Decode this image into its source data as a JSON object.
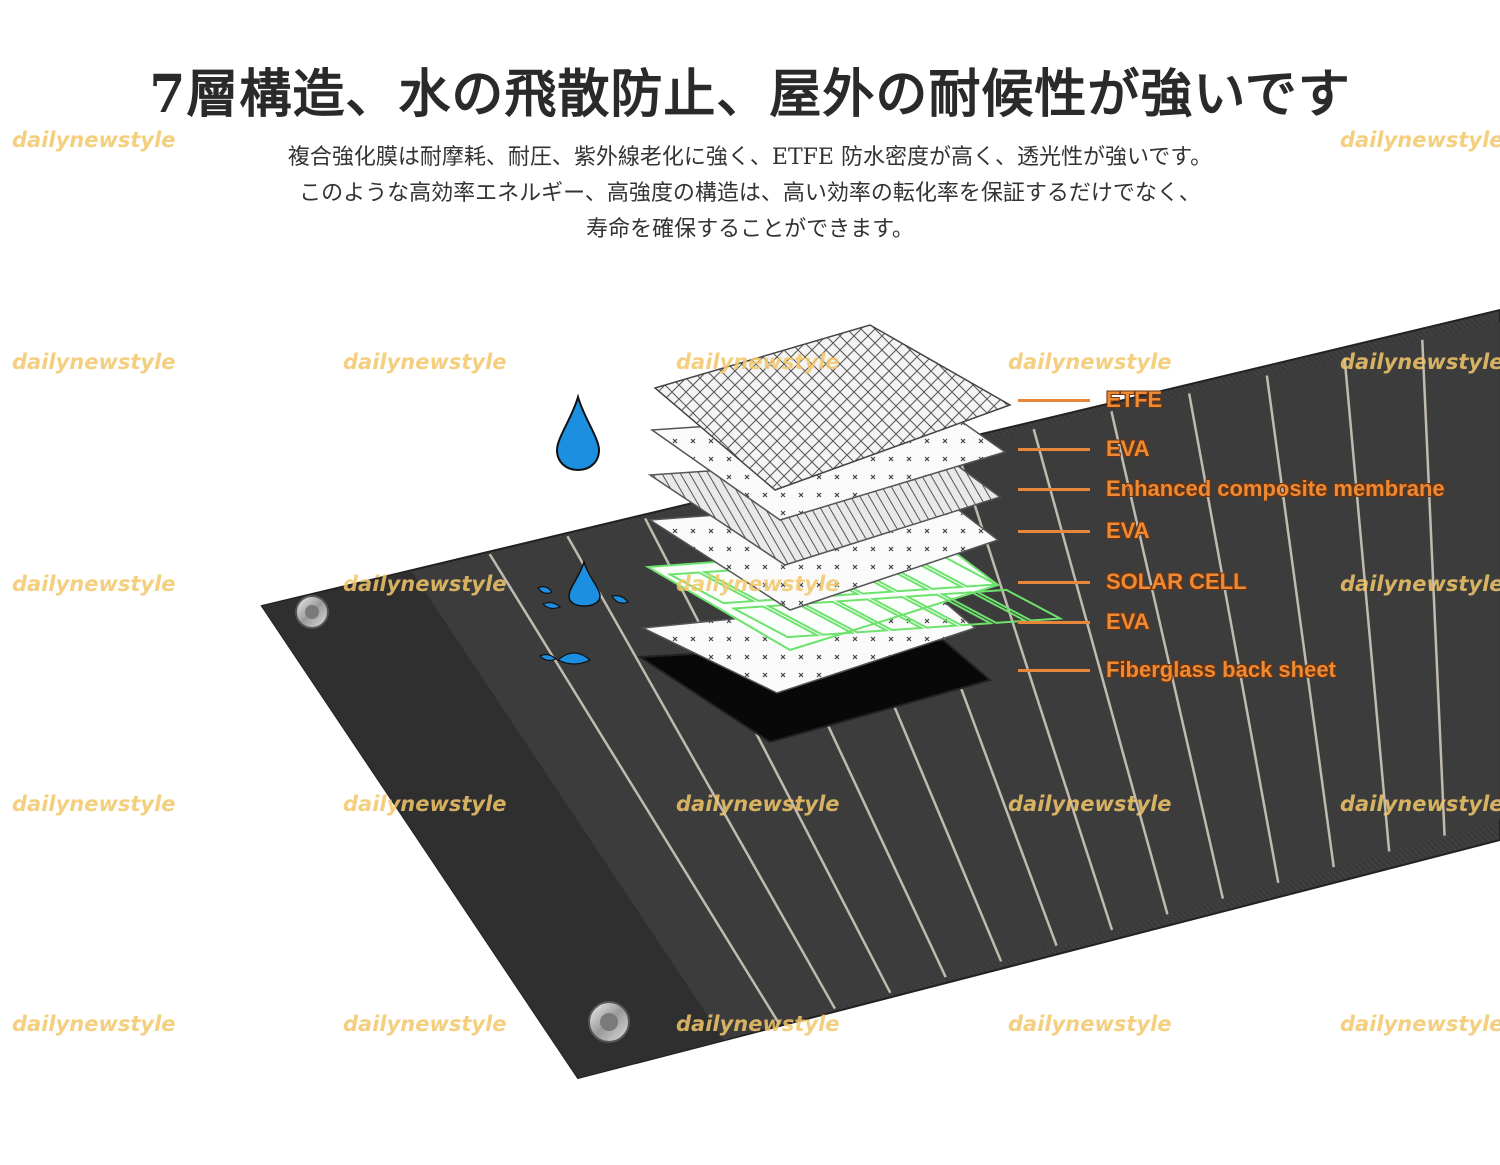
{
  "heading": {
    "title": "7層構造、水の飛散防止、屋外の耐候性が強いです",
    "description": [
      "複合強化膜は耐摩耗、耐圧、紫外線老化に強く、ETFE 防水密度が高く、透光性が強いです。",
      "このような高効率エネルギー、高強度の構造は、高い効率の転化率を保証するだけでなく、",
      "寿命を確保することができます。"
    ]
  },
  "layers": [
    {
      "label": "ETFE"
    },
    {
      "label": "EVA"
    },
    {
      "label": "Enhanced composite membrane"
    },
    {
      "label": "EVA"
    },
    {
      "label": "SOLAR CELL"
    },
    {
      "label": "EVA"
    },
    {
      "label": "Fiberglass back sheet"
    }
  ],
  "watermark": "dailynewstyle",
  "colors": {
    "label": "#ee8a33",
    "leader": "#e8863a",
    "panel": "#3b3b3b",
    "water": "#1d8fe0",
    "cell_outline": "#6de36d",
    "watermark": "#f3c76a"
  },
  "icons": [
    "water-drop-icon",
    "water-splash-icon",
    "grommet-icon"
  ]
}
